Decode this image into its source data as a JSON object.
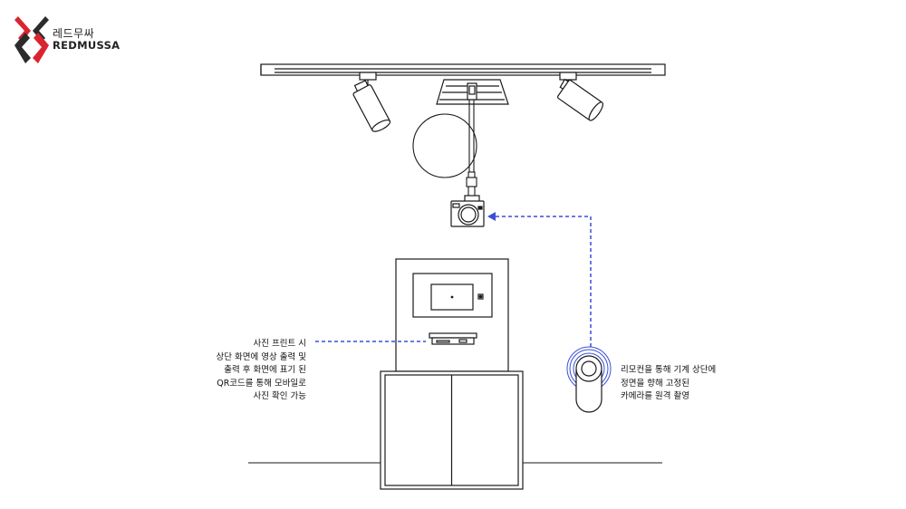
{
  "brand": {
    "name_ko": "레드무싸",
    "name_en": "REDMUSSA",
    "colors": {
      "red": "#d9252f",
      "dark": "#2b2b2b"
    }
  },
  "annotations": {
    "kiosk": [
      "사진 프린트 시",
      "상단 화면에 영상 출력 및",
      "출력 후 화면에 표기 된",
      "QR코드를 통해 모바일로",
      "사진 확인 가능"
    ],
    "remote": [
      "리모컨을 통해 기계 상단에",
      "정면을 향해 고정된",
      "카메라를 원격 촬영"
    ]
  },
  "colors": {
    "dash": "#3a4fd6",
    "line": "#1a1a1a"
  },
  "icons": [
    "logo-mark-icon",
    "track-spotlight-icon",
    "camera-icon",
    "remote-control-icon",
    "signal-rings-icon"
  ]
}
